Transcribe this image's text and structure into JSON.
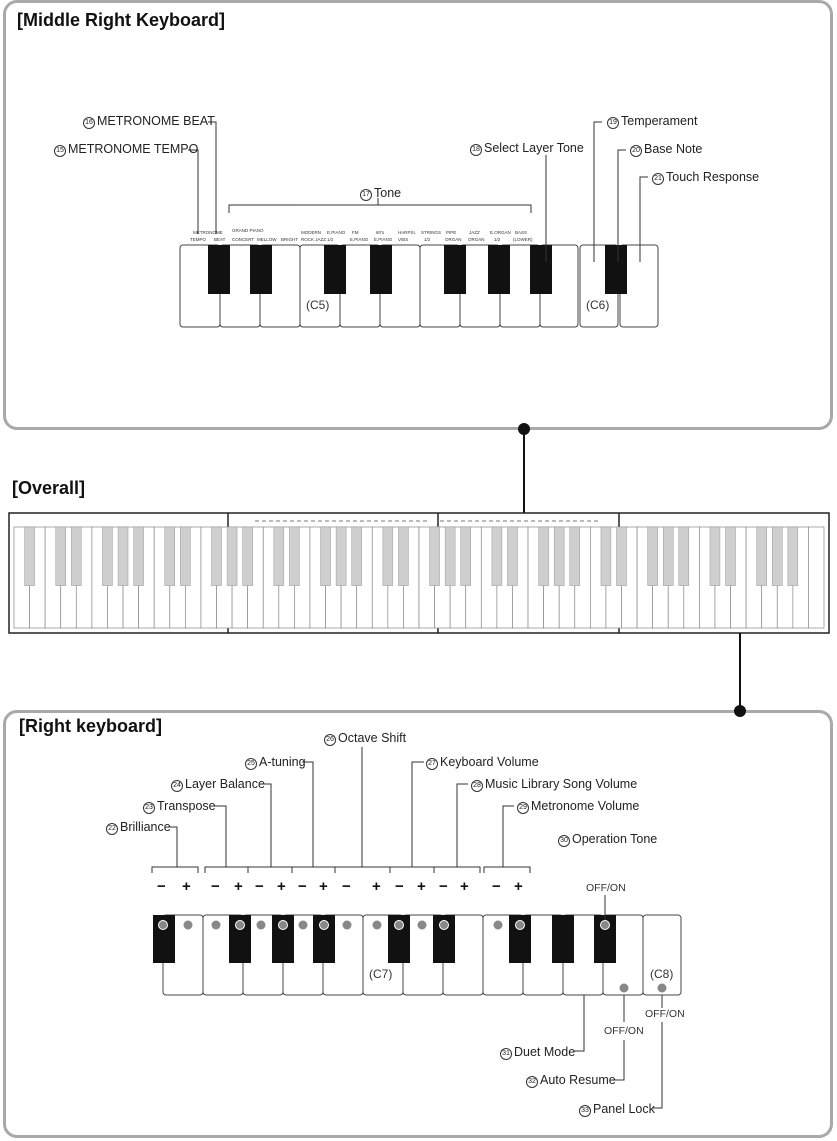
{
  "panels": {
    "middle_right": "[Middle Right Keyboard]",
    "overall": "[Overall]",
    "right": "[Right keyboard]"
  },
  "middle_labels": {
    "metronome_beat": {
      "num": "16",
      "text": "METRONOME BEAT"
    },
    "metronome_tempo": {
      "num": "15",
      "text": "METRONOME TEMPO"
    },
    "tone": {
      "num": "17",
      "text": "Tone"
    },
    "select_layer_tone": {
      "num": "18",
      "text": "Select Layer Tone"
    },
    "temperament": {
      "num": "19",
      "text": "Temperament"
    },
    "base_note": {
      "num": "20",
      "text": "Base Note"
    },
    "touch_response": {
      "num": "21",
      "text": "Touch Response"
    }
  },
  "key_legends": {
    "metronome": "METRONOME",
    "tempo": "TEMPO",
    "beat": "BEAT",
    "grand_piano": "GRAND PIANO",
    "concert": "CONCERT",
    "mellow": "MELLOW",
    "bright": "BRIGHT",
    "modern": "MODERN",
    "rock_jazz": "ROCK JAZZ",
    "e_piano": "E.PIANO",
    "one_two": "1/2",
    "fm": "FM",
    "e_piano2": "E.PIANO",
    "60s": "60's",
    "e_piano3": "E.PIANO",
    "harpsi": "HARPSI.",
    "vibs": "VIBS",
    "strings": "STRINGS",
    "one_two_b": "1/2",
    "pipe": "PIPE",
    "organ": "ORGAN",
    "jazz": "JAZZ",
    "organ2": "ORGAN",
    "e_organ": "E.ORGAN",
    "one_two_c": "1/2",
    "bass": "BASS",
    "lower": "(LOWER)"
  },
  "notes": {
    "c5": "(C5)",
    "c6": "(C6)",
    "c7": "(C7)",
    "c8": "(C8)"
  },
  "right_labels": {
    "octave_shift": {
      "num": "26",
      "text": "Octave Shift"
    },
    "a_tuning": {
      "num": "25",
      "text": "A-tuning"
    },
    "keyboard_volume": {
      "num": "27",
      "text": "Keyboard Volume"
    },
    "layer_balance": {
      "num": "24",
      "text": "Layer Balance"
    },
    "music_library_song_volume": {
      "num": "28",
      "text": "Music Library Song Volume"
    },
    "transpose": {
      "num": "23",
      "text": "Transpose"
    },
    "metronome_volume": {
      "num": "29",
      "text": "Metronome Volume"
    },
    "brilliance": {
      "num": "22",
      "text": "Brilliance"
    },
    "operation_tone": {
      "num": "30",
      "text": "Operation Tone"
    },
    "duet_mode": {
      "num": "31",
      "text": "Duet Mode"
    },
    "auto_resume": {
      "num": "32",
      "text": "Auto Resume"
    },
    "panel_lock": {
      "num": "33",
      "text": "Panel Lock"
    }
  },
  "switch_labels": {
    "off_on_1": "OFF/ON",
    "off_on_2": "OFF/ON",
    "off_on_3": "OFF/ON"
  },
  "signs": {
    "minus": "−",
    "plus": "+"
  }
}
